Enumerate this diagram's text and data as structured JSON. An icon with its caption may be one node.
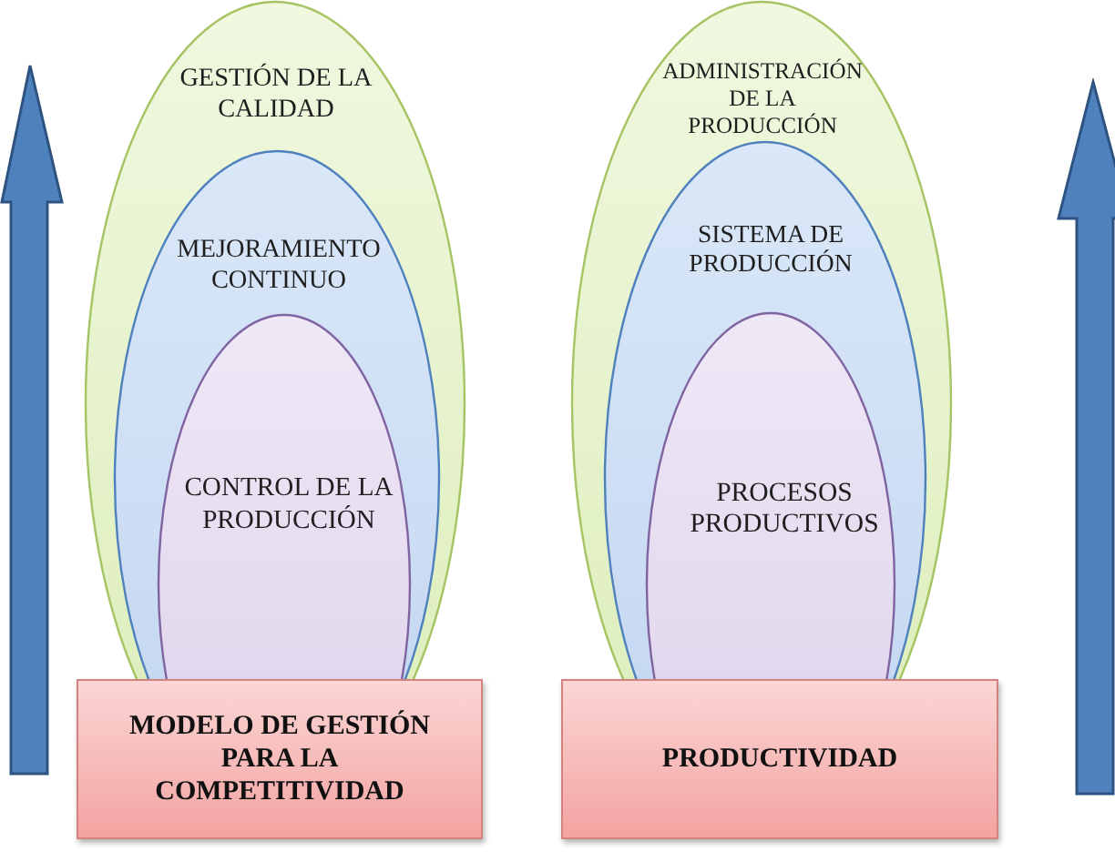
{
  "diagram": {
    "nodes": [
      {
        "text": [
          "GESTIÓN DE LA CALIDAD"
        ]
      },
      {
        "text": [
          "MEJORAMIENTO CONTINUO"
        ],
        "in": 0
      },
      {
        "text": [
          "CONTROL DE LA PRODUCCIÓN"
        ],
        "in": 1
      },
      {
        "text": [
          "MODELO DE GESTIÓN PARA LA COMPETITIVIDAD"
        ]
      },
      {
        "text": [
          "ADMINISTRACIÓN DE LA PRODUCCIÓN"
        ]
      },
      {
        "text": [
          "SISTEMA DE PRODUCCIÓN"
        ],
        "in": 4
      },
      {
        "text": [
          "PROCESOS PRODUCTIVOS"
        ],
        "in": 5
      },
      {
        "text": [
          "PRODUCTIVIDAD"
        ]
      }
    ]
  }
}
